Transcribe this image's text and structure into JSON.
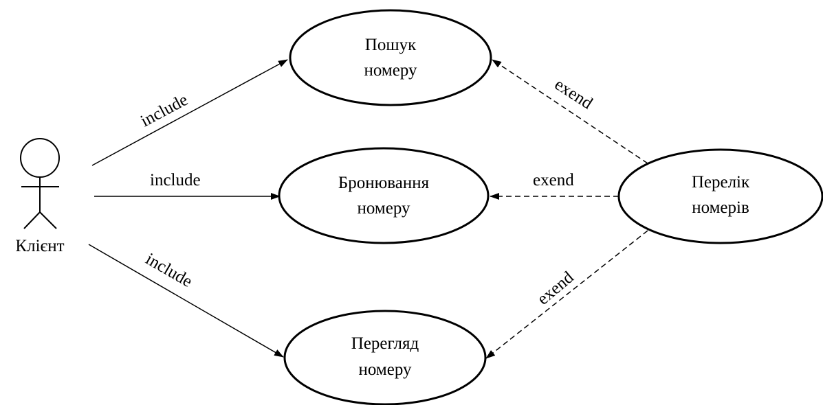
{
  "actor": {
    "name": "Клієнт"
  },
  "use_cases": {
    "search": {
      "line1": "Пошук",
      "line2": "номеру"
    },
    "booking": {
      "line1": "Бронювання",
      "line2": "номеру"
    },
    "view": {
      "line1": "Перегляд",
      "line2": "номеру"
    },
    "list": {
      "line1": "Перелік",
      "line2": "номерів"
    }
  },
  "relations": {
    "include_search": "include",
    "include_booking": "include",
    "include_view": "include",
    "extend_search": "exend",
    "extend_booking": "exend",
    "extend_view": "exend"
  },
  "colors": {
    "stroke": "#000000",
    "background": "#ffffff"
  }
}
